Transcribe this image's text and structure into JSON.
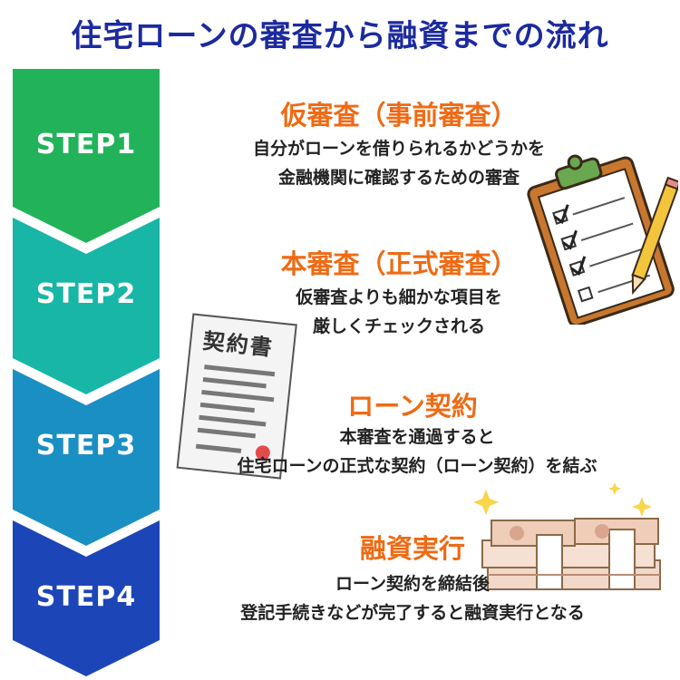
{
  "title": "住宅ローンの審査から融資までの流れ",
  "steps": [
    {
      "label": "STEP1",
      "heading": "仮審査（事前審査）",
      "lines": [
        "自分がローンを借りられるかどうかを",
        "金融機関に確認するための審査"
      ],
      "color": "#22b35a"
    },
    {
      "label": "STEP2",
      "heading": "本審査（正式審査）",
      "lines": [
        "仮審査よりも細かな項目を",
        "厳しくチェックされる"
      ],
      "color": "#17b6a6"
    },
    {
      "label": "STEP3",
      "heading": "ローン契約",
      "lines": [
        "本審査を通過すると",
        "住宅ローンの正式な契約（ローン契約）を結ぶ"
      ],
      "color": "#1a8fc4"
    },
    {
      "label": "STEP4",
      "heading": "融資実行",
      "lines": [
        "ローン契約を締結後",
        "登記手続きなどが完了すると融資実行となる"
      ],
      "color": "#1c45b8"
    }
  ],
  "contract_label": "契約書",
  "colors": {
    "title": "#1c2a9e",
    "heading": "#ef6a14"
  },
  "icons": [
    "clipboard-checklist-icon",
    "pencil-icon",
    "contract-document-icon",
    "money-bundles-icon",
    "sparkle-icon"
  ]
}
